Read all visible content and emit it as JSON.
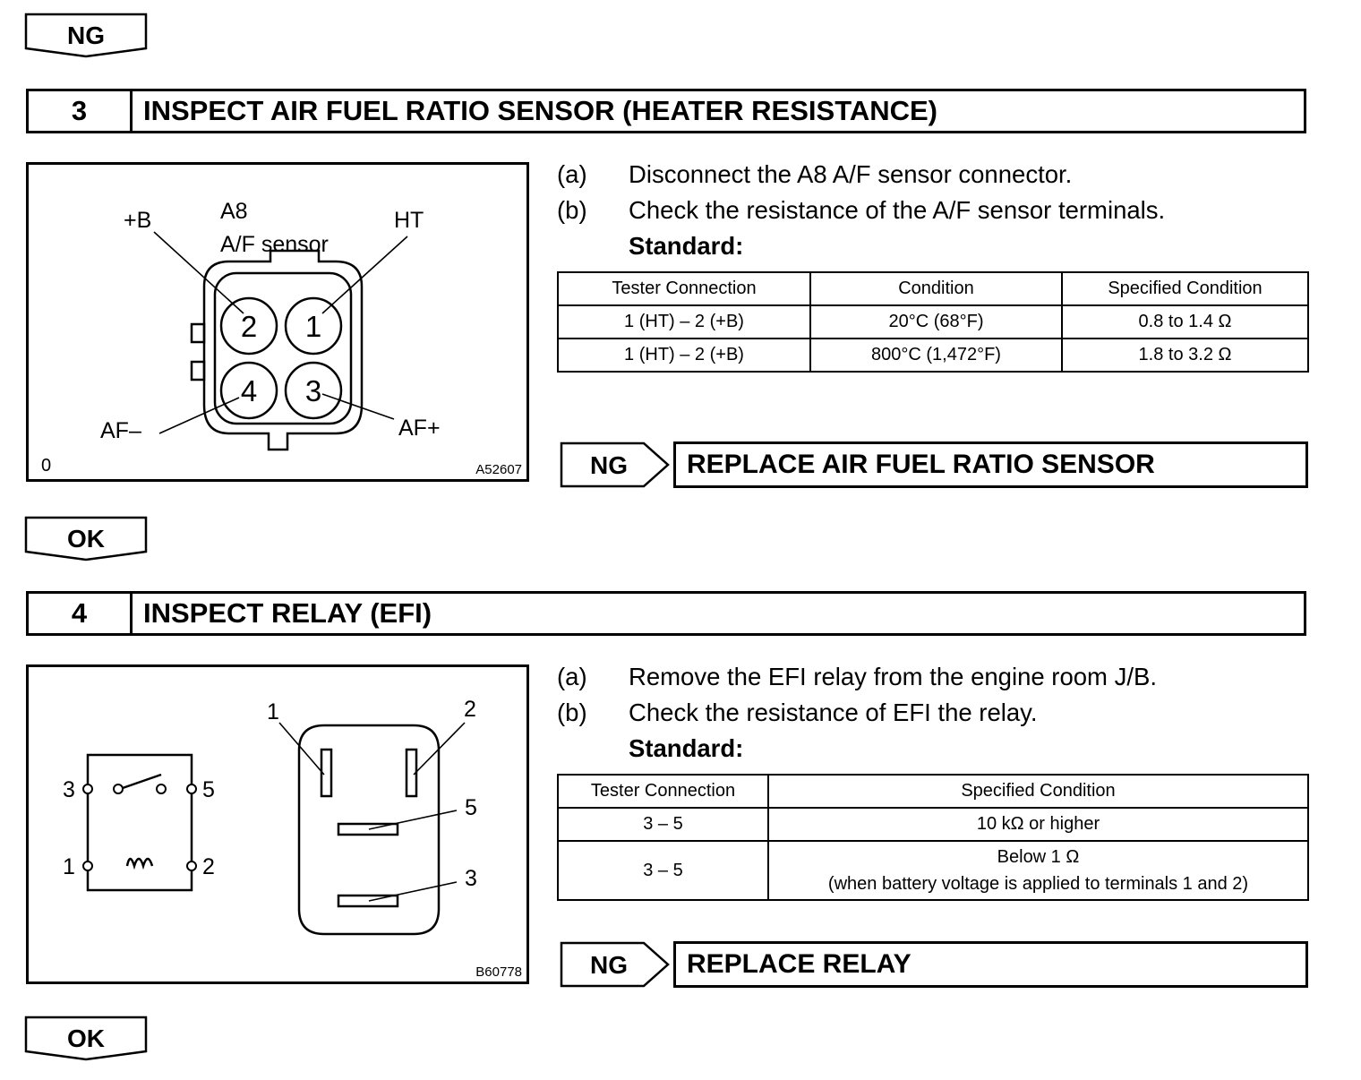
{
  "top_tag": "NG",
  "step3": {
    "number": "3",
    "title": "INSPECT AIR FUEL RATIO SENSOR (HEATER RESISTANCE)",
    "figure": {
      "connector_id": "A8",
      "connector_name": "A/F sensor",
      "label_plus_b": "+B",
      "label_ht": "HT",
      "label_af_minus": "AF–",
      "label_af_plus": "AF+",
      "pin_1": "1",
      "pin_2": "2",
      "pin_3": "3",
      "pin_4": "4",
      "corner_mark": "0",
      "figure_code": "A52607"
    },
    "instructions": [
      {
        "label": "(a)",
        "text": "Disconnect the A8 A/F sensor connector."
      },
      {
        "label": "(b)",
        "text": "Check the resistance of the A/F sensor terminals."
      }
    ],
    "standard_label": "Standard:",
    "table": {
      "headers": [
        "Tester Connection",
        "Condition",
        "Specified Condition"
      ],
      "rows": [
        [
          "1 (HT) – 2 (+B)",
          "20°C (68°F)",
          "0.8 to 1.4 Ω"
        ],
        [
          "1 (HT) – 2 (+B)",
          "800°C (1,472°F)",
          "1.8 to 3.2 Ω"
        ]
      ]
    },
    "ng_tag": "NG",
    "ng_action": "REPLACE AIR FUEL RATIO SENSOR",
    "ok_tag": "OK"
  },
  "step4": {
    "number": "4",
    "title": "INSPECT RELAY (EFI)",
    "figure": {
      "sch_3": "3",
      "sch_5": "5",
      "sch_1": "1",
      "sch_2": "2",
      "relay_1": "1",
      "relay_2": "2",
      "relay_5": "5",
      "relay_3": "3",
      "figure_code": "B60778"
    },
    "instructions": [
      {
        "label": "(a)",
        "text": "Remove the EFI relay from the engine room J/B."
      },
      {
        "label": "(b)",
        "text": "Check the resistance of EFI the relay."
      }
    ],
    "standard_label": "Standard:",
    "table": {
      "headers": [
        "Tester Connection",
        "Specified Condition"
      ],
      "rows": [
        [
          "3 – 5",
          "10 kΩ or higher"
        ],
        [
          "3 – 5",
          "Below 1 Ω",
          "(when battery voltage is applied to terminals 1 and 2)"
        ]
      ]
    },
    "ng_tag": "NG",
    "ng_action": "REPLACE RELAY",
    "ok_tag": "OK"
  }
}
